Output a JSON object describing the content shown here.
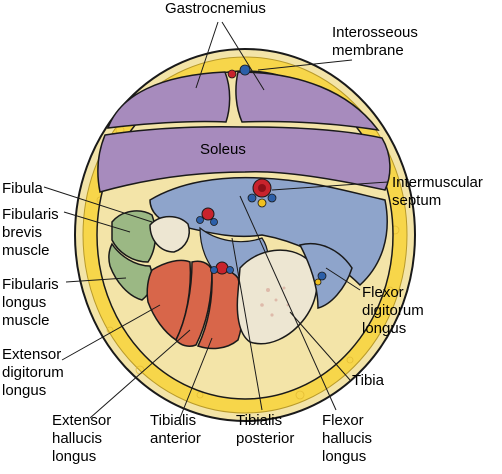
{
  "labels": {
    "gastrocnemius": "Gastrocnemius",
    "interosseous": [
      "Interosseous",
      "membrane"
    ],
    "soleus": "Soleus",
    "intermuscular": [
      "Intermuscular",
      "septum"
    ],
    "fibula": "Fibula",
    "fibularis_brevis": [
      "Fibularis",
      "brevis",
      "muscle"
    ],
    "fibularis_longus": [
      "Fibularis",
      "longus",
      "muscle"
    ],
    "extensor_digitorum": [
      "Extensor",
      "digitorum",
      "longus"
    ],
    "extensor_hallucis": [
      "Extensor",
      "hallucis",
      "longus"
    ],
    "tibialis_anterior": [
      "Tibialis",
      "anterior"
    ],
    "tibialis_posterior": [
      "Tibialis",
      "posterior"
    ],
    "flexor_hallucis": [
      "Flexor",
      "hallucis",
      "longus"
    ],
    "tibia": "Tibia",
    "flexor_digitorum": [
      "Flexor",
      "digitorum",
      "longus"
    ]
  },
  "colors": {
    "fat": "#f7d64a",
    "skin": "#f3e4a8",
    "superficial_posterior": "#a78bbd",
    "deep_posterior": "#8ea4cb",
    "lateral": "#9bb884",
    "anterior": "#d8664a",
    "bone": "#ede6d2",
    "outline": "#1a1a1a"
  }
}
